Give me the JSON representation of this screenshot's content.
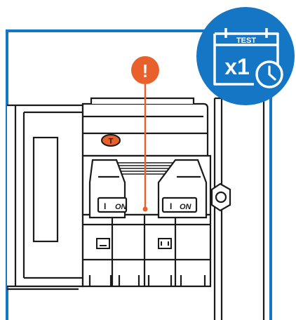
{
  "colors": {
    "panel_blue": "#1476c4",
    "badge_blue": "#1476c4",
    "warning_orange": "#e8612c",
    "ink": "#1a1a1a"
  },
  "badge": {
    "label": "TEST",
    "count": "x1",
    "icons": [
      "calendar-icon",
      "clock-icon"
    ]
  },
  "warning": {
    "symbol": "!"
  },
  "breaker": {
    "left_switch": {
      "mark": "I",
      "label": "ON"
    },
    "right_switch": {
      "mark": "I",
      "label": "ON"
    },
    "logo_letter": "T"
  }
}
